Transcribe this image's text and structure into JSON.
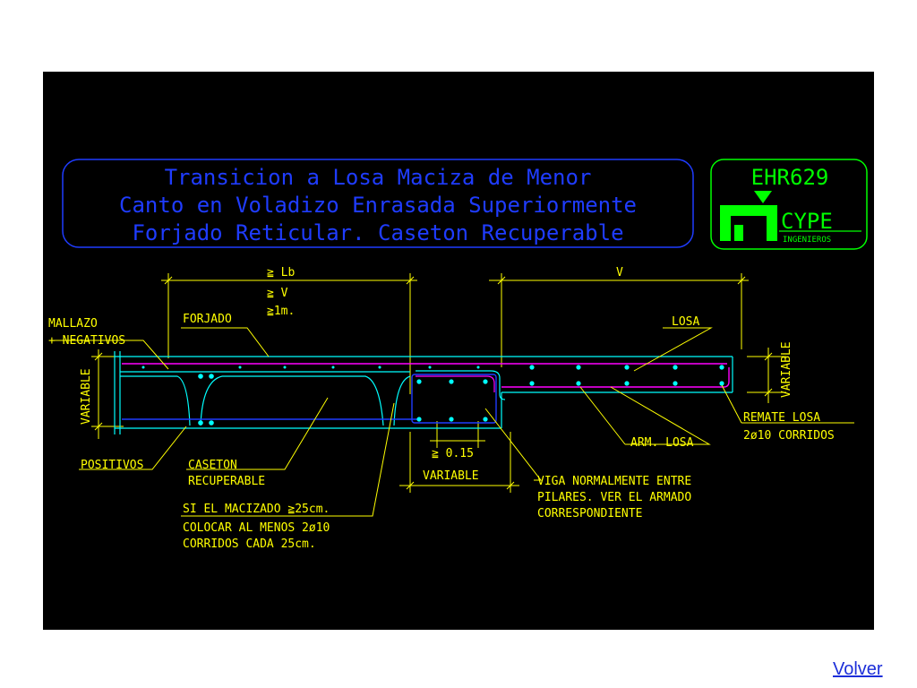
{
  "title": {
    "line1": "Transicion a Losa Maciza de Menor",
    "line2": "Canto en Voladizo Enrasada Superiormente",
    "line3": "Forjado Reticular. Caseton Recuperable"
  },
  "logo": {
    "code": "EHR629",
    "brand": "CYPE",
    "subbrand": "INGENIEROS"
  },
  "dims": {
    "lb": "≧ Lb",
    "v_min": "≧ V",
    "one_m": "≧1m.",
    "v": "V",
    "min_015": "≧ 0.15",
    "variable_bottom": "VARIABLE",
    "variable_left": "VARIABLE",
    "variable_right": "VARIABLE"
  },
  "labels": {
    "mallazo": "MALLAZO",
    "negativos": "+ NEGATIVOS",
    "forjado": "FORJADO",
    "losa": "LOSA",
    "positivos": "POSITIVOS",
    "caseton1": "CASETON",
    "caseton2": "RECUPERABLE",
    "remate1": "REMATE LOSA",
    "remate2": "2ø10 CORRIDOS",
    "arm_losa": "ARM. LOSA",
    "viga1": "VIGA NORMALMENTE ENTRE",
    "viga2": "PILARES. VER EL ARMADO",
    "viga3": "CORRESPONDIENTE",
    "macizado1": "SI EL MACIZADO ≧25cm.",
    "macizado2": "COLOCAR AL MENOS 2ø10",
    "macizado3": "CORRIDOS CADA 25cm."
  },
  "colors": {
    "background": "#000000",
    "title": "#1f3cff",
    "logo": "#00ff00",
    "dimension": "#ffff00",
    "concrete": "#00ffff",
    "rebar": "#ff00ff",
    "link": "#1d2fd9"
  },
  "nav": {
    "volver": "Volver"
  }
}
